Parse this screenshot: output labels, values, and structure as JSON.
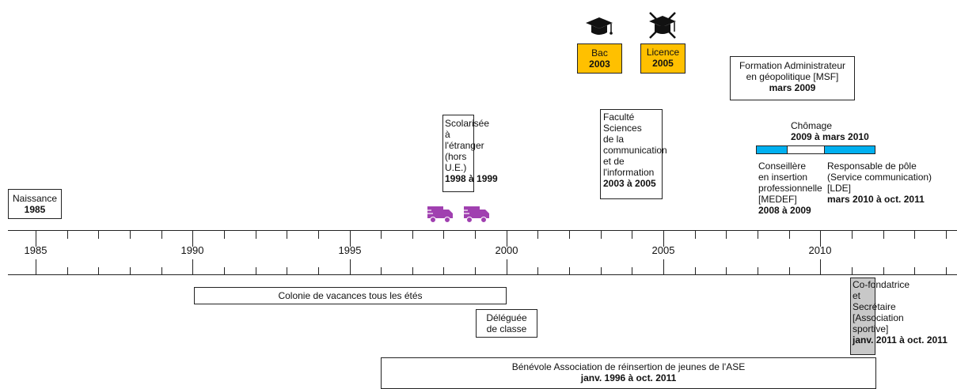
{
  "axis": {
    "major_years": [
      1985,
      1990,
      1995,
      2000,
      2005,
      2010
    ]
  },
  "events": {
    "naissance": {
      "label": "Naissance",
      "date": "1985"
    },
    "scolarisee": {
      "label_lines": [
        "Scolarisée",
        "à",
        "l'étranger",
        "(hors",
        "U.E.)"
      ],
      "date": "1998 à 1999"
    },
    "faculte": {
      "label_lines": [
        "Faculté",
        "Sciences",
        "de la",
        "communication",
        "et de",
        "l'information"
      ],
      "date": "2003 à 2005"
    },
    "bac": {
      "label": "Bac",
      "date": "2003"
    },
    "licence": {
      "label": "Licence",
      "date": "2005"
    },
    "formation": {
      "label_lines": [
        "Formation Administrateur",
        "en géopolitique [MSF]"
      ],
      "date": "mars 2009"
    },
    "chomage": {
      "label": "Chômage",
      "date": "2009 à mars 2010"
    },
    "conseillere": {
      "label_lines": [
        "Conseillère",
        "en insertion",
        "professionnelle",
        "[MEDEF]"
      ],
      "date": "2008 à 2009"
    },
    "responsable": {
      "label_lines": [
        "Responsable de pôle",
        "(Service communication)",
        "[LDE]"
      ],
      "date": "mars 2010 à oct. 2011"
    },
    "colonie": {
      "label": "Colonie de vacances tous les étés"
    },
    "deleguee": {
      "label_lines": [
        "Déléguée",
        "de classe"
      ]
    },
    "cofondatrice": {
      "label_lines": [
        "Co-fondatrice",
        "et",
        "Secrétaire",
        "[Association",
        "sportive]"
      ],
      "date": "janv. 2011 à oct. 2011"
    },
    "benevole": {
      "label": "Bénévole Association de réinsertion de jeunes de l'ASE",
      "date": "janv. 1996 à oct. 2011"
    }
  },
  "icons": [
    "truck-icon",
    "truck-icon",
    "graduation-cap-icon",
    "crossed-graduation-cap-icon"
  ],
  "colors": {
    "accent_yellow": "#ffc000",
    "accent_cyan": "#00b0f0",
    "truck_purple": "#a040b0",
    "bar_grey": "#c8c8c8"
  }
}
